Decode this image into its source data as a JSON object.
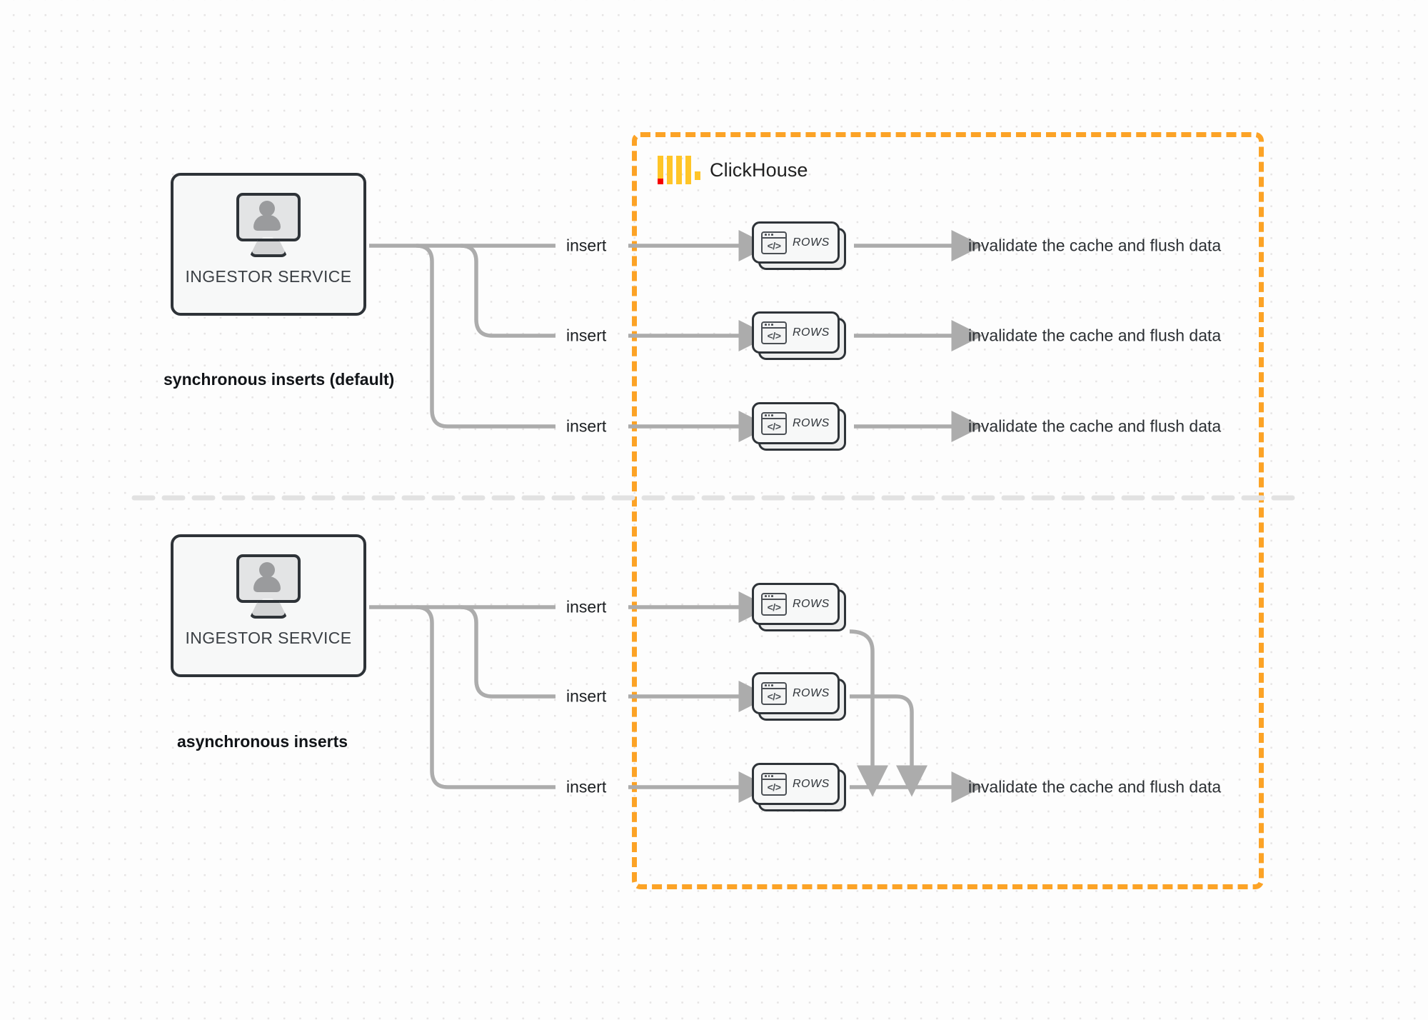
{
  "diagram": {
    "title": "ClickHouse synchronous vs asynchronous inserts",
    "colors": {
      "boundary_orange": "#FCA326",
      "logo_yellow": "#FFC528",
      "logo_red": "#F60000",
      "wire_gray": "#ACACAC",
      "node_border": "#2e3338",
      "background": "#fdfdfd"
    }
  },
  "clickhouse": {
    "label": "ClickHouse",
    "logo_name": "clickhouse-logo"
  },
  "sections": [
    {
      "id": "synchronous",
      "caption": "synchronous inserts (default)",
      "source": {
        "label": "INGESTOR SERVICE",
        "icon": "monitor-user-icon"
      },
      "edges": [
        {
          "label": "insert"
        },
        {
          "label": "insert"
        },
        {
          "label": "insert"
        }
      ],
      "nodes": [
        {
          "label": "ROWS",
          "icon": "code-window-icon"
        },
        {
          "label": "ROWS",
          "icon": "code-window-icon"
        },
        {
          "label": "ROWS",
          "icon": "code-window-icon"
        }
      ],
      "sinks": [
        {
          "label": "invalidate the cache and flush data"
        },
        {
          "label": "invalidate the cache and flush data"
        },
        {
          "label": "invalidate the cache and flush data"
        }
      ]
    },
    {
      "id": "asynchronous",
      "caption": "asynchronous inserts",
      "source": {
        "label": "INGESTOR SERVICE",
        "icon": "monitor-user-icon"
      },
      "edges": [
        {
          "label": "insert"
        },
        {
          "label": "insert"
        },
        {
          "label": "insert"
        }
      ],
      "nodes": [
        {
          "label": "ROWS",
          "icon": "code-window-icon"
        },
        {
          "label": "ROWS",
          "icon": "code-window-icon"
        },
        {
          "label": "ROWS",
          "icon": "code-window-icon"
        }
      ],
      "sinks": [
        {
          "label": "invalidate the cache and flush data"
        }
      ]
    }
  ]
}
